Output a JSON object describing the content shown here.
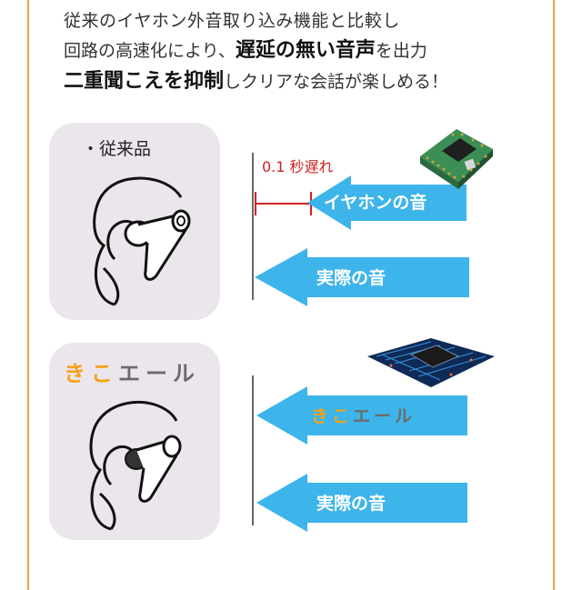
{
  "intro": {
    "line1": "従来のイヤホン外音取り込み機能と比較し",
    "line2_prefix": "回路の高速化により、",
    "line2_bold": "遅延の無い音声",
    "line2_suffix": "を出力",
    "line3_bold": "二重聞こえを抑制",
    "line3_suffix": "しクリアな会話が楽しめる！"
  },
  "conventional": {
    "label": "・従来品",
    "delay_label": "0.1 秒遅れ",
    "earphone_sound_label": "イヤホンの音",
    "actual_sound_label": "実際の音"
  },
  "kikoel": {
    "logo_ki": "き",
    "logo_ko": "こ",
    "logo_rest": "エール",
    "kikoel_sound_ki": "き",
    "kikoel_sound_ko": "こ",
    "kikoel_sound_rest": "エール",
    "actual_sound_label": "実際の音"
  },
  "colors": {
    "frame": "#e8a24a",
    "arrow": "#3db4ea",
    "delay": "#d42020",
    "brand_orange": "#f2a21c",
    "panel": "#ebe6ec"
  }
}
